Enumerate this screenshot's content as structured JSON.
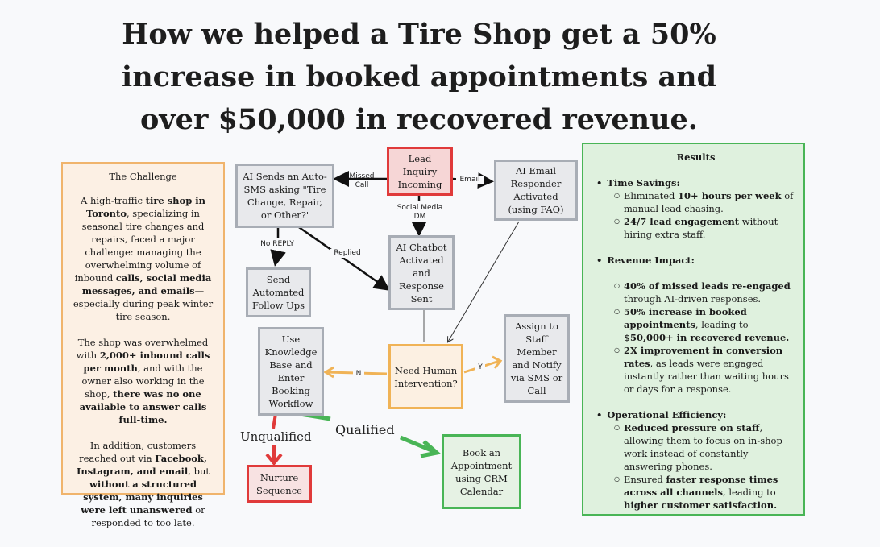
{
  "title": {
    "line1": "How we helped a Tire Shop get a 50%",
    "line2": "increase in booked appointments and",
    "line3": "over $50,000 in recovered revenue."
  },
  "challenge": {
    "title": "The Challenge",
    "p1_a": "A high-traffic ",
    "p1_b": "tire shop in Toronto",
    "p1_c": ", specializing in seasonal tire changes and repairs, faced a major challenge: managing the overwhelming volume of inbound ",
    "p1_d": "calls, social media messages, and emails",
    "p1_e": "—especially during peak winter tire season.",
    "p2_a": "The shop was overwhelmed with ",
    "p2_b": "2,000+ inbound calls per month",
    "p2_c": ", and with the owner also working in the shop, ",
    "p2_d": "there was no one available to answer calls full-time.",
    "p3_a": "In addition, customers reached out via ",
    "p3_b": "Facebook, Instagram, and email",
    "p3_c": ", but ",
    "p3_d": "without a structured system, many inquiries were left unanswered",
    "p3_e": " or responded to too late."
  },
  "flow": {
    "lead": "Lead Inquiry Incoming",
    "autosms": "AI Sends an Auto-SMS asking \"Tire Change, Repair, or Other?'",
    "email_responder": "AI Email Responder Activated (using FAQ)",
    "chatbot": "AI Chatbot Activated and Response Sent",
    "followups": "Send Automated Follow Ups",
    "knowledge": "Use Knowledge Base and Enter Booking Workflow",
    "human": "Need Human Intervention?",
    "assign": "Assign to Staff Member and Notify via SMS or Call",
    "nurture": "Nurture Sequence",
    "book": "Book an Appointment using CRM Calendar",
    "labels": {
      "missed_call": "Missed Call",
      "email": "Email",
      "social": "Social Media DM",
      "no_reply": "No REPLY",
      "replied": "Replied",
      "n": "N",
      "y": "Y",
      "unqualified": "Unqualified",
      "qualified": "Qualified"
    }
  },
  "results": {
    "title": "Results",
    "time": {
      "heading": "Time Savings:",
      "i1_a": "Eliminated ",
      "i1_b": "10+ hours per week",
      "i1_c": " of manual lead chasing.",
      "i2_a": "24/7 lead engagement",
      "i2_b": " without hiring extra staff."
    },
    "revenue": {
      "heading": "Revenue Impact:",
      "i1_a": "40% of missed leads re-engaged",
      "i1_b": " through AI-driven responses.",
      "i2_a": "50% increase in booked appointments",
      "i2_b": ", leading to ",
      "i2_c": "$50,000+ in recovered revenue.",
      "i3_a": "2X improvement in conversion rates",
      "i3_b": ", as leads were engaged instantly rather than waiting hours or days for a response."
    },
    "ops": {
      "heading": "Operational Efficiency:",
      "i1_a": "Reduced pressure on staff",
      "i1_b": ", allowing them to focus on in-shop work instead of constantly answering phones.",
      "i2_a": "Ensured ",
      "i2_b": "faster response times across all channels",
      "i2_c": ", leading to ",
      "i2_d": "higher customer satisfaction."
    }
  },
  "colors": {
    "red": "#e03a3a",
    "green": "#49b556",
    "orange": "#f0b356",
    "gray": "#a8adb5"
  }
}
